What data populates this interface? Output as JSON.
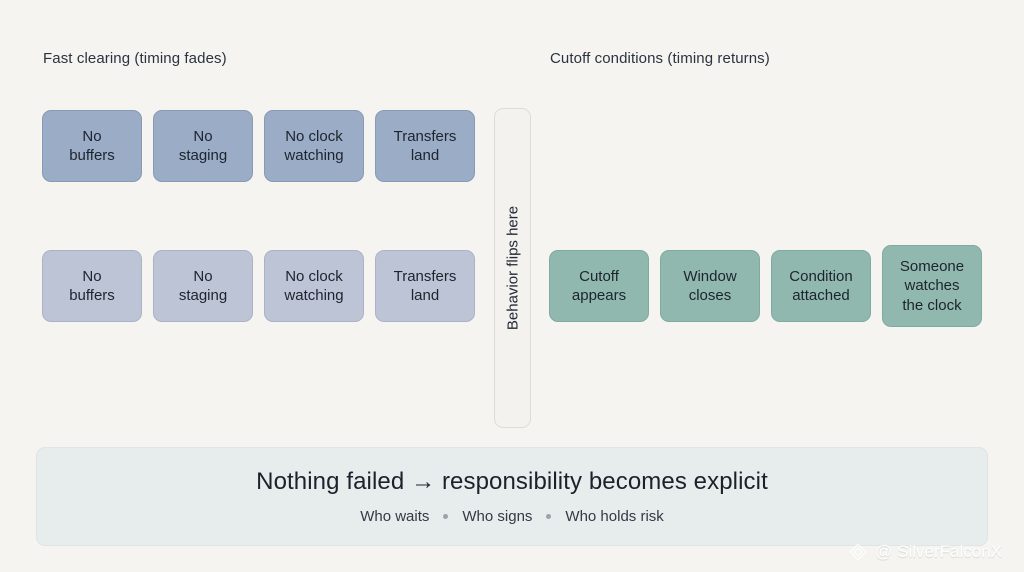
{
  "columns": {
    "left_heading": "Fast clearing (timing fades)",
    "right_heading": "Cutoff conditions (timing returns)"
  },
  "rows": {
    "top_row": [
      {
        "label": "No\nbuffers"
      },
      {
        "label": "No\nstaging"
      },
      {
        "label": "No clock\nwatching"
      },
      {
        "label": "Transfers\nland"
      }
    ],
    "bottom_left_row": [
      {
        "label": "No\nbuffers"
      },
      {
        "label": "No\nstaging"
      },
      {
        "label": "No clock\nwatching"
      },
      {
        "label": "Transfers\nland"
      }
    ],
    "bottom_right_row": [
      {
        "label": "Cutoff\nappears"
      },
      {
        "label": "Window\ncloses"
      },
      {
        "label": "Condition\nattached"
      },
      {
        "label": "Someone\nwatches\nthe clock"
      }
    ]
  },
  "divider": {
    "label": "Behavior flips here"
  },
  "summary": {
    "headline": "Nothing failed → responsibility becomes explicit",
    "items": [
      "Who waits",
      "Who signs",
      "Who holds risk"
    ]
  },
  "watermark": {
    "handle": "@ SilverFalconX",
    "logo_icon": "diamond-logo-icon"
  },
  "colors": {
    "background": "#f5f4f1",
    "blue_strong": "#9aacc6",
    "blue_soft": "#bdc4d6",
    "green": "#90b8ae",
    "banner": "#e7ecec",
    "text": "#1d242e"
  }
}
